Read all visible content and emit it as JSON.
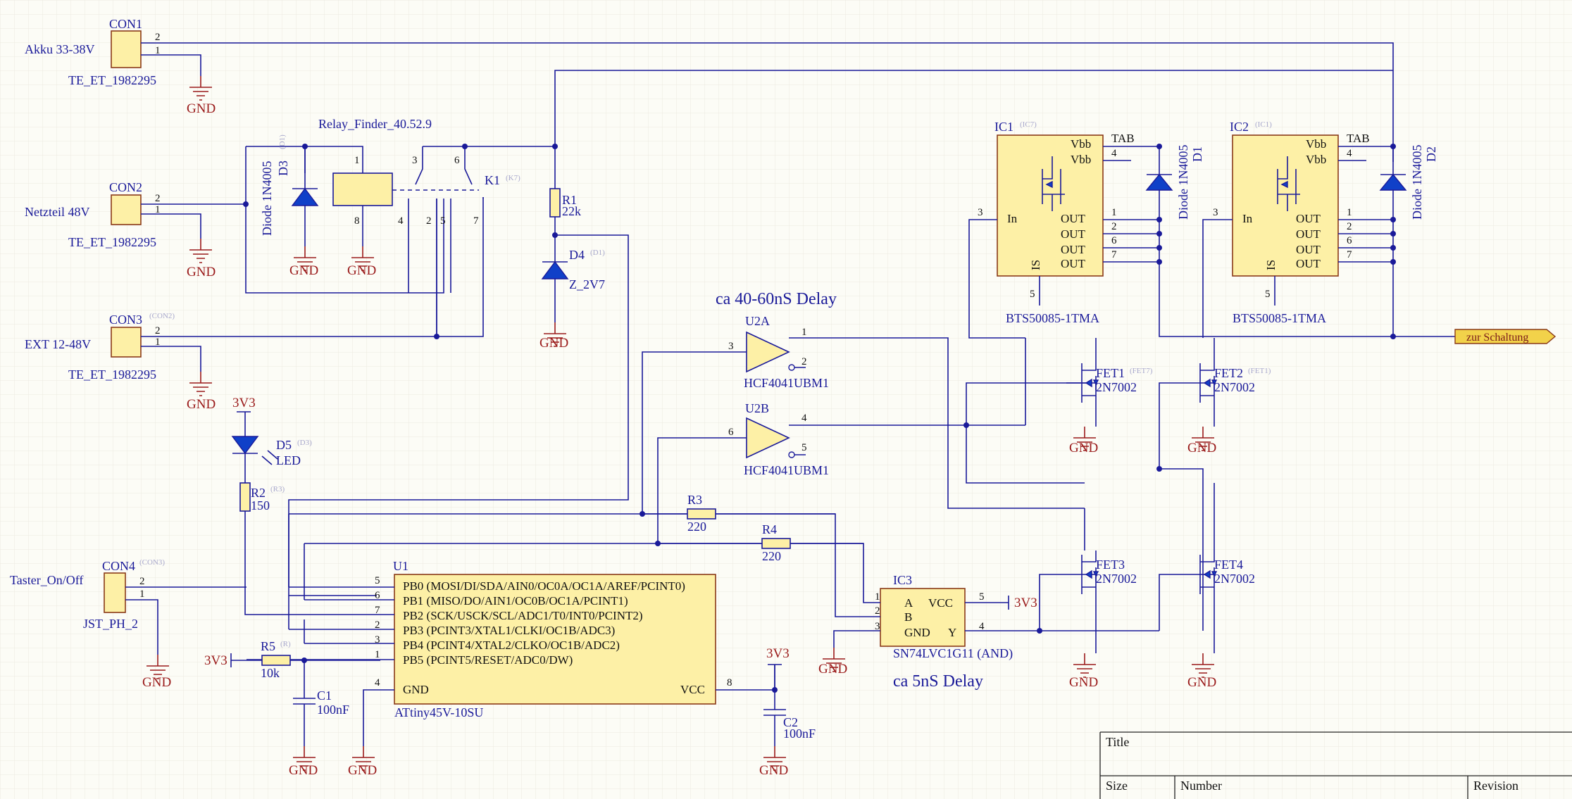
{
  "title_block": {
    "title_label": "Title",
    "size_label": "Size",
    "number_label": "Number",
    "revision_label": "Revision"
  },
  "connectors": {
    "con1": {
      "name": "CON1",
      "label": "Akku 33-38V",
      "part": "TE_ET_1982295",
      "pin2": "2",
      "pin1": "1"
    },
    "con2": {
      "name": "CON2",
      "label": "Netzteil 48V",
      "part": "TE_ET_1982295",
      "pin2": "2",
      "pin1": "1"
    },
    "con3": {
      "name": "CON3",
      "label": "EXT 12-48V",
      "part": "TE_ET_1982295",
      "pin2": "2",
      "pin1": "1",
      "ghost": "(CON2)"
    },
    "con4": {
      "name": "CON4",
      "label": "Taster_On/Off",
      "part": "JST_PH_2",
      "pin2": "2",
      "pin1": "1",
      "ghost": "(CON3)"
    }
  },
  "gnd_label": "GND",
  "v33_label": "3V3",
  "relay": {
    "title": "Relay_Finder_40.52.9",
    "name": "K1",
    "ghost": "(K7)",
    "pins": [
      "1",
      "8",
      "3",
      "6",
      "4",
      "2",
      "5",
      "7"
    ]
  },
  "diodes": {
    "d3": {
      "name": "D3",
      "part": "Diode 1N4005",
      "ghost": "(D1)"
    },
    "d4": {
      "name": "D4",
      "part": "Z_2V7",
      "ghost": "(D1)"
    },
    "d1": {
      "name": "D1",
      "part": "Diode 1N4005"
    },
    "d2": {
      "name": "D2",
      "part": "Diode 1N4005"
    },
    "d5": {
      "name": "D5",
      "part": "LED",
      "ghost": "(D3)"
    }
  },
  "resistors": {
    "r1": {
      "name": "R1",
      "value": "22k"
    },
    "r2": {
      "name": "R2",
      "value": "150",
      "ghost": "(R3)"
    },
    "r3": {
      "name": "R3",
      "value": "220"
    },
    "r4": {
      "name": "R4",
      "value": "220"
    },
    "r5": {
      "name": "R5",
      "value": "10k",
      "ghost": "(R)"
    }
  },
  "capacitors": {
    "c1": {
      "name": "C1",
      "value": "100nF"
    },
    "c2": {
      "name": "C2",
      "value": "100nF"
    }
  },
  "ic1": {
    "name": "IC1",
    "ghost": "(IC7)",
    "part": "BTS50085-1TMA",
    "vbb": "Vbb",
    "tab": "TAB",
    "in": "In",
    "out": "OUT",
    "is": "IS",
    "pins": {
      "tab": "4",
      "in": "3",
      "is": "5",
      "o1": "1",
      "o2": "2",
      "o3": "6",
      "o4": "7"
    }
  },
  "ic2": {
    "name": "IC2",
    "ghost": "(IC1)",
    "part": "BTS50085-1TMA",
    "vbb": "Vbb",
    "tab": "TAB",
    "in": "In",
    "out": "OUT",
    "is": "IS",
    "pins": {
      "tab": "4",
      "in": "3",
      "is": "5",
      "o1": "1",
      "o2": "2",
      "o3": "6",
      "o4": "7"
    }
  },
  "output_port": "zur Schaltung",
  "delays": {
    "buffer": "ca 40-60nS Delay",
    "and": "ca 5nS Delay"
  },
  "u2a": {
    "name": "U2A",
    "part": "HCF4041UBM1",
    "pin_in": "3",
    "pin_out": "1",
    "pin_outn": "2"
  },
  "u2b": {
    "name": "U2B",
    "part": "HCF4041UBM1",
    "pin_in": "6",
    "pin_out": "4",
    "pin_outn": "5"
  },
  "fets": {
    "fet1": {
      "name": "FET1",
      "part": "2N7002",
      "ghost": "(FET7)"
    },
    "fet2": {
      "name": "FET2",
      "part": "2N7002",
      "ghost": "(FET1)"
    },
    "fet3": {
      "name": "FET3",
      "part": "2N7002"
    },
    "fet4": {
      "name": "FET4",
      "part": "2N7002"
    }
  },
  "ic3": {
    "name": "IC3",
    "part": "SN74LVC1G11 (AND)",
    "a": "A",
    "b": "B",
    "gnd": "GND",
    "vcc": "VCC",
    "y": "Y",
    "pins": {
      "a": "1",
      "b": "2",
      "gnd": "3",
      "y": "4",
      "vcc": "5"
    }
  },
  "u1": {
    "name": "U1",
    "part": "ATtiny45V-10SU",
    "gnd": "GND",
    "vcc": "VCC",
    "pin_gnd": "4",
    "pin_vcc": "8",
    "pins": [
      "PB0 (MOSI/DI/SDA/AIN0/OC0A/OC1A/AREF/PCINT0)",
      "PB1 (MISO/DO/AIN1/OC0B/OC1A/PCINT1)",
      "PB2 (SCK/USCK/SCL/ADC1/T0/INT0/PCINT2)",
      "PB3 (PCINT3/XTAL1/CLKI/OC1B/ADC3)",
      "PB4 (PCINT4/XTAL2/CLKO/OC1B/ADC2)",
      "PB5 (PCINT5/RESET/ADC0/DW)"
    ],
    "pin_nums": [
      "5",
      "6",
      "7",
      "2",
      "3",
      "1"
    ]
  }
}
